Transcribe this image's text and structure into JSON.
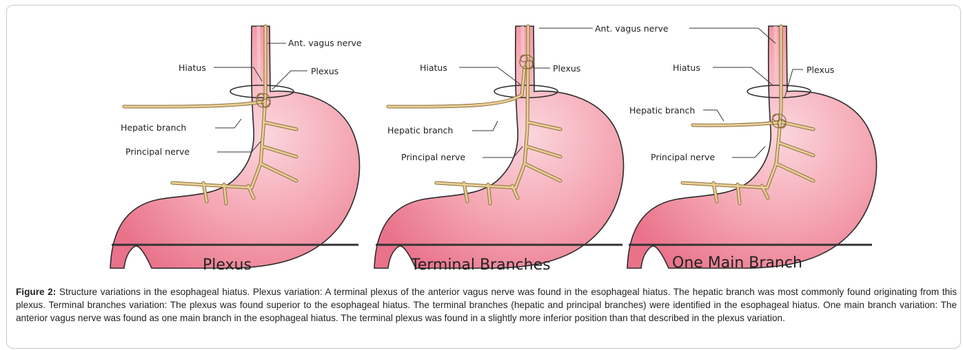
{
  "figure": {
    "panels": [
      {
        "title": "Plexus",
        "labels": {
          "ant_vagus": "Ant. vagus nerve",
          "hiatus": "Hiatus",
          "plexus": "Plexus",
          "hepatic": "Hepatic branch",
          "principal": "Principal nerve"
        }
      },
      {
        "title": "Terminal Branches",
        "labels": {
          "ant_vagus": "Ant. vagus nerve",
          "hiatus": "Hiatus",
          "plexus": "Plexus",
          "hepatic": "Hepatic branch",
          "principal": "Principal nerve"
        }
      },
      {
        "title": "One Main Branch",
        "labels": {
          "hiatus": "Hiatus",
          "plexus": "Plexus",
          "hepatic": "Hepatic branch",
          "principal": "Principal nerve"
        }
      }
    ],
    "colors": {
      "stomach_fill": "#f4a3b0",
      "stomach_dark": "#e9728a",
      "stomach_edge": "#2a2a2a",
      "nerve": "#e9cf96",
      "nerve_edge": "#8a6d3b"
    }
  },
  "caption": {
    "label": "Figure 2:",
    "text": " Structure variations in the esophageal hiatus. Plexus variation: A terminal plexus of the anterior vagus nerve was found in the esophageal hiatus. The hepatic branch was most commonly found originating from this plexus. Terminal branches variation: The plexus was found superior to the esophageal hiatus. The terminal branches (hepatic and principal branches) were identified in the esophageal hiatus. One main branch variation: The anterior vagus nerve was found as one main branch in the esophageal hiatus. The terminal plexus was found in a slightly more inferior position than that described in the plexus variation."
  }
}
